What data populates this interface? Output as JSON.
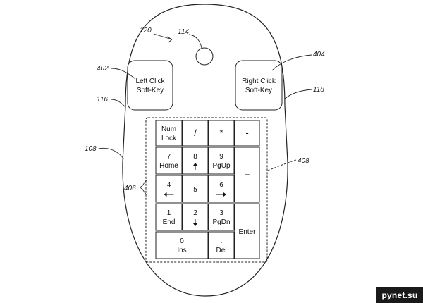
{
  "refs": {
    "mouse_body": "120",
    "scroll_wheel": "114",
    "left_softkey": "402",
    "right_softkey": "404",
    "left_side": "116",
    "right_side": "118",
    "housing": "108",
    "keypad": "406",
    "keypad_outline": "408"
  },
  "softkeys": {
    "left": {
      "line1": "Left Click",
      "line2": "Soft-Key"
    },
    "right": {
      "line1": "Right Click",
      "line2": "Soft-Key"
    }
  },
  "keys": [
    {
      "id": "numlock",
      "line1": "Num",
      "line2": "Lock"
    },
    {
      "id": "divide",
      "line1": "/",
      "line2": ""
    },
    {
      "id": "multiply",
      "line1": "*",
      "line2": ""
    },
    {
      "id": "minus",
      "line1": "-",
      "line2": ""
    },
    {
      "id": "k7",
      "line1": "7",
      "line2": "Home"
    },
    {
      "id": "k8",
      "line1": "8",
      "line2": "",
      "arrow": "up"
    },
    {
      "id": "k9",
      "line1": "9",
      "line2": "PgUp"
    },
    {
      "id": "plus",
      "line1": "+",
      "line2": ""
    },
    {
      "id": "k4",
      "line1": "4",
      "line2": "",
      "arrow": "left"
    },
    {
      "id": "k5",
      "line1": "5",
      "line2": ""
    },
    {
      "id": "k6",
      "line1": "6",
      "line2": "",
      "arrow": "right"
    },
    {
      "id": "k1",
      "line1": "1",
      "line2": "End"
    },
    {
      "id": "k2",
      "line1": "2",
      "line2": "",
      "arrow": "down"
    },
    {
      "id": "k3",
      "line1": "3",
      "line2": "PgDn"
    },
    {
      "id": "enter",
      "line1": "Enter",
      "line2": ""
    },
    {
      "id": "k0",
      "line1": "0",
      "line2": "Ins"
    },
    {
      "id": "decimal",
      "line1": ".",
      "line2": "Del"
    }
  ],
  "watermark": "pynet.su"
}
